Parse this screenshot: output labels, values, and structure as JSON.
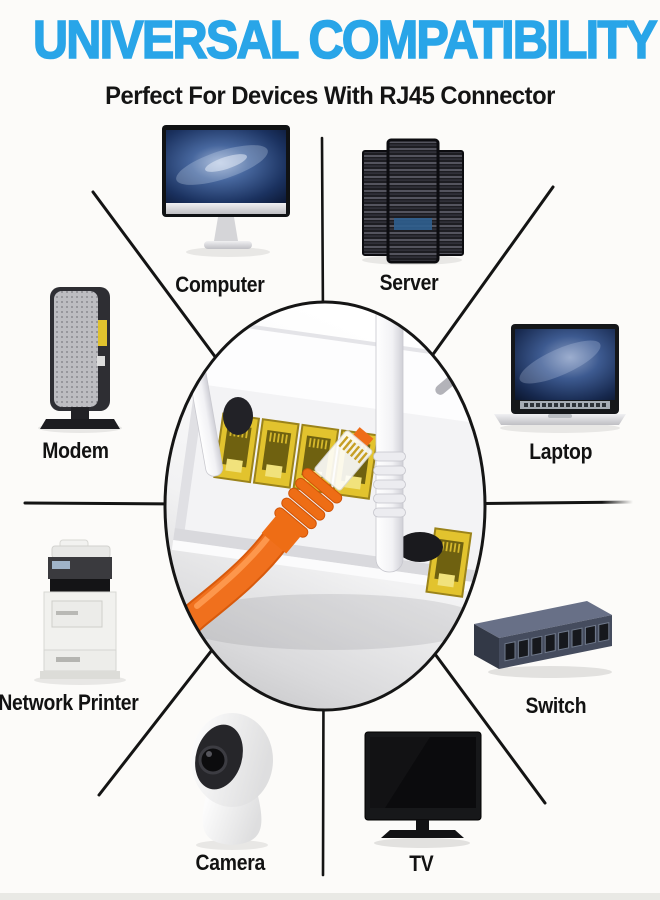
{
  "title": "UNIVERSAL COMPATIBILITY",
  "subtitle": "Perfect For Devices With RJ45 Connector",
  "colors": {
    "title_blue": "#29a5e8",
    "cable_orange": "#f0701d",
    "port_yellow": "#e2c32e",
    "line_black": "#141414"
  },
  "center": {
    "icon": "router-rj45-ports-with-orange-cable-photo"
  },
  "devices": [
    {
      "label": "Computer",
      "icon": "imac-desktop-icon"
    },
    {
      "label": "Server",
      "icon": "server-towers-icon"
    },
    {
      "label": "Modem",
      "icon": "modem-icon"
    },
    {
      "label": "Laptop",
      "icon": "laptop-icon"
    },
    {
      "label": "Network Printer",
      "icon": "network-printer-icon"
    },
    {
      "label": "Switch",
      "icon": "network-switch-icon"
    },
    {
      "label": "Camera",
      "icon": "ip-camera-icon"
    },
    {
      "label": "TV",
      "icon": "tv-icon"
    }
  ]
}
